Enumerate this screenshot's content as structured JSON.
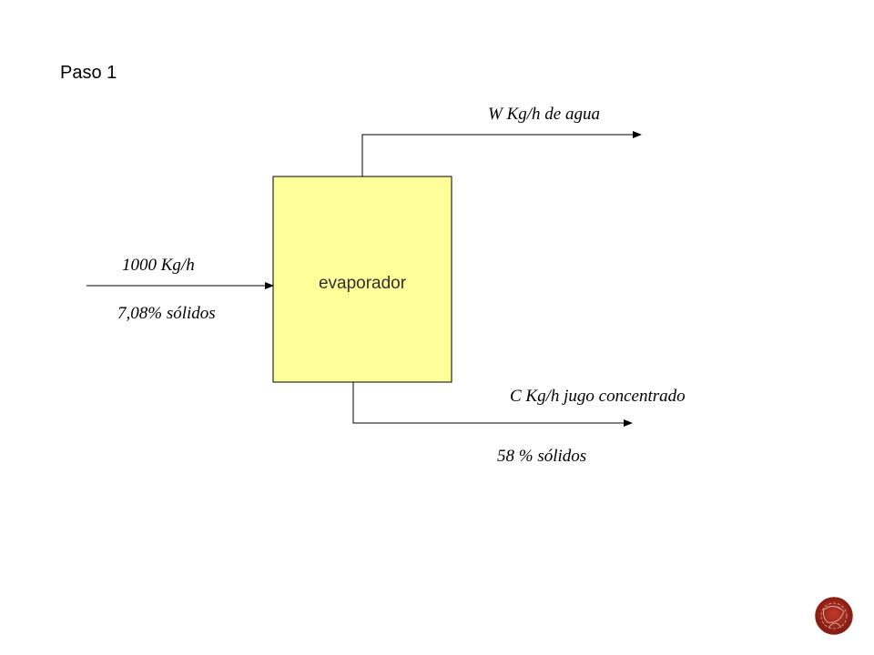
{
  "slide": {
    "step_title": "Paso 1"
  },
  "evaporator": {
    "label": "evaporador",
    "fill_color": "#FFFF99",
    "border_color": "#000000"
  },
  "streams": {
    "feed": {
      "flow": "1000 Kg/h",
      "solids": "7,08% sólidos"
    },
    "water": {
      "flow": "W  Kg/h de agua"
    },
    "concentrate": {
      "flow": "C Kg/h jugo concentrado",
      "solids": "58 %  sólidos"
    }
  },
  "ornament": {
    "icon": "ornate-circle-icon",
    "color": "#A8291C"
  }
}
